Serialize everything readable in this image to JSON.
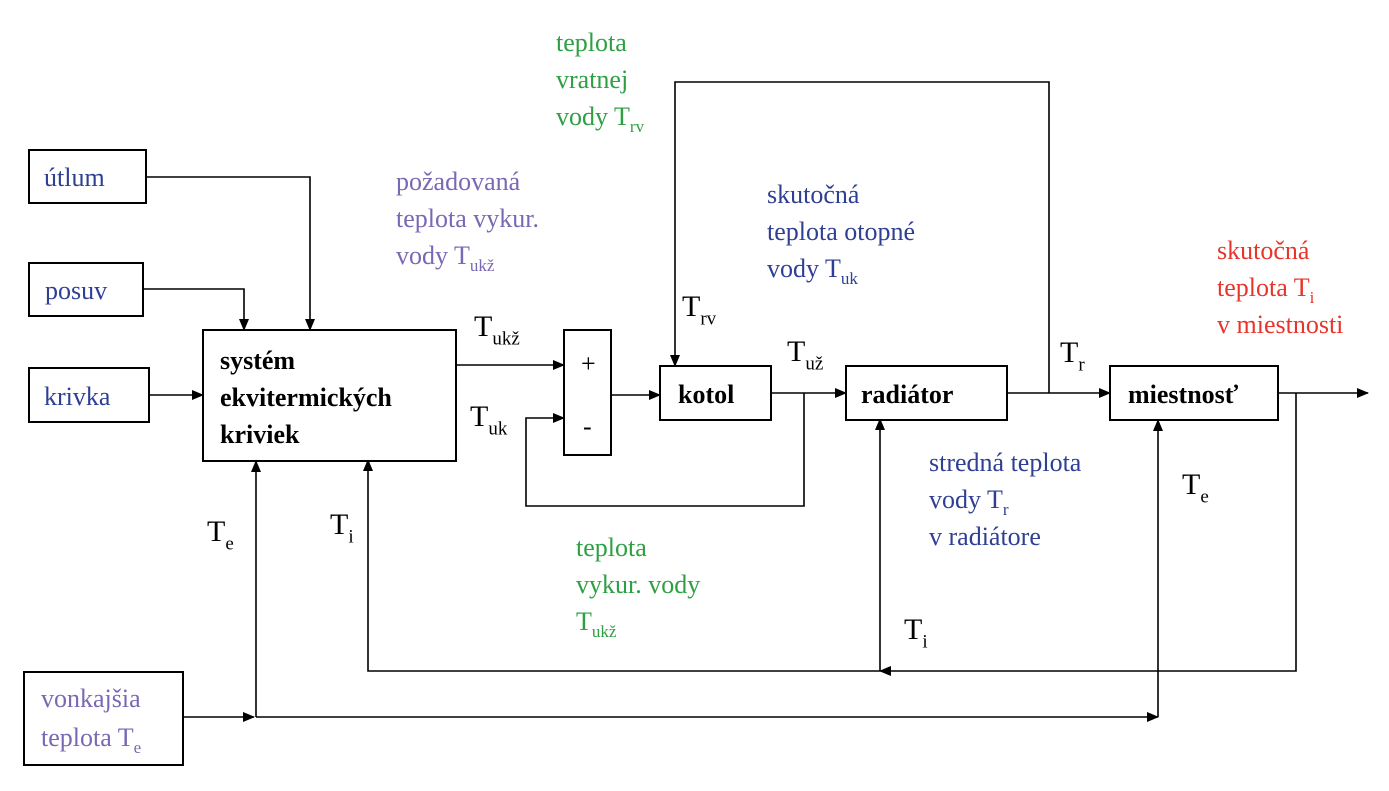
{
  "blocks": {
    "utlum": "útlum",
    "posuv": "posuv",
    "krivka": "krivka",
    "system": [
      "systém",
      "ekvitermických",
      "kriviek"
    ],
    "plus": "+",
    "minus": "-",
    "kotol": "kotol",
    "radiator": "radiátor",
    "miestnost": "miestnosť",
    "vonkajsia": {
      "line1": "vonkajšia",
      "line2": "teplota T",
      "line2_sub": "e"
    }
  },
  "annotations": {
    "vratnej": {
      "l1": "teplota",
      "l2": "vratnej",
      "l3": "vody T",
      "l3_sub": "rv"
    },
    "pozadovana": {
      "l1": "požadovaná",
      "l2": "teplota vykur.",
      "l3": "vody  T",
      "l3_sub": "ukž"
    },
    "skutocna_otopne": {
      "l1": "skutočná",
      "l2": "teplota otopné",
      "l3": "vody  T",
      "l3_sub": "uk"
    },
    "skutocna_miestnost": {
      "l1": "skutočná",
      "l2": "teplota T",
      "l2_sub": "i",
      "l3": "v miestnosti"
    },
    "stredna": {
      "l1": "stredná teplota",
      "l2": "vody  T",
      "l2_sub": "r",
      "l3": "v radiátore"
    },
    "vykur": {
      "l1": "teplota",
      "l2": "vykur. vody",
      "l3": "T",
      "l3_sub": "ukž"
    }
  },
  "signals": {
    "T": "T",
    "ukz": "ukž",
    "uk": "uk",
    "rv": "rv",
    "uz": "už",
    "r": "r",
    "e": "e",
    "i": "i"
  },
  "colors": {
    "blue": "#2e3f94",
    "purple": "#7b68b4",
    "green": "#2ea043",
    "red": "#e8352c"
  }
}
